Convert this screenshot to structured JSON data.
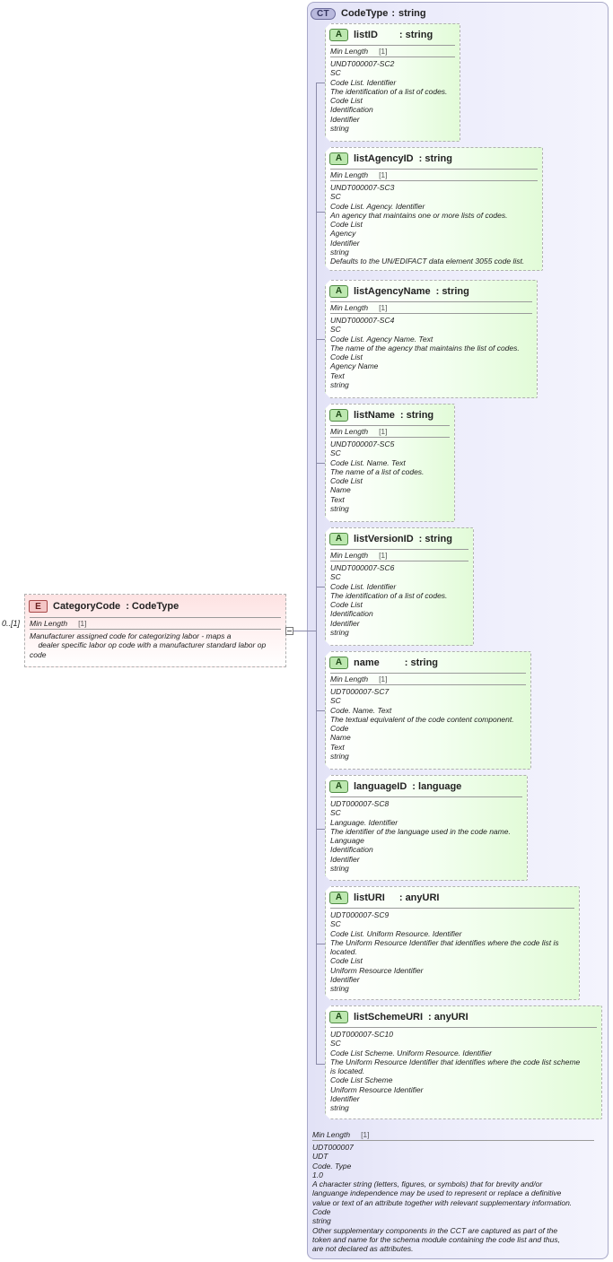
{
  "complex_type": {
    "badge": "CT",
    "name": "CodeType",
    "separator": ":",
    "base": "string",
    "facet": {
      "label": "Min Length",
      "value": "[1]"
    },
    "doc_lines": [
      "UDT000007",
      "UDT",
      "Code. Type",
      "1.0",
      "A character string (letters, figures, or symbols) that for brevity and/or",
      "languange independence may be used to represent or replace a definitive",
      "value or text of an attribute together with relevant supplementary information.",
      "Code",
      "string",
      "Other supplementary components in the CCT are captured as part of the",
      "token and name for the schema module containing the code list and thus,",
      "are not declared as attributes."
    ]
  },
  "attributes": [
    {
      "badge": "A",
      "name": "listID",
      "type": ": string",
      "facet": {
        "label": "Min Length",
        "value": "[1]"
      },
      "doc_lines": [
        "UNDT000007-SC2",
        "SC",
        "Code List. Identifier",
        "The identification of a list of codes.",
        "Code List",
        "Identification",
        "Identifier",
        "string"
      ]
    },
    {
      "badge": "A",
      "name": "listAgencyID",
      "type": ": string",
      "facet": {
        "label": "Min Length",
        "value": "[1]"
      },
      "doc_lines": [
        "UNDT000007-SC3",
        "SC",
        "Code List. Agency. Identifier",
        "An agency that maintains one or more lists of codes.",
        "Code List",
        "Agency",
        "Identifier",
        "string",
        "Defaults to the UN/EDIFACT data element 3055 code list."
      ]
    },
    {
      "badge": "A",
      "name": "listAgencyName",
      "type": ": string",
      "facet": {
        "label": "Min Length",
        "value": "[1]"
      },
      "doc_lines": [
        "UNDT000007-SC4",
        "SC",
        "Code List. Agency Name. Text",
        "The name of the agency that maintains the list of codes.",
        "Code List",
        "Agency Name",
        "Text",
        "string"
      ]
    },
    {
      "badge": "A",
      "name": "listName",
      "type": ": string",
      "facet": {
        "label": "Min Length",
        "value": "[1]"
      },
      "doc_lines": [
        "UNDT000007-SC5",
        "SC",
        "Code List. Name. Text",
        "The name of a list of codes.",
        "Code List",
        "Name",
        "Text",
        "string"
      ]
    },
    {
      "badge": "A",
      "name": "listVersionID",
      "type": ": string",
      "facet": {
        "label": "Min Length",
        "value": "[1]"
      },
      "doc_lines": [
        "UNDT000007-SC6",
        "SC",
        "Code List. Identifier",
        "The identification of a list of codes.",
        "Code List",
        "Identification",
        "Identifier",
        "string"
      ]
    },
    {
      "badge": "A",
      "name": "name",
      "type": ": string",
      "facet": {
        "label": "Min Length",
        "value": "[1]"
      },
      "doc_lines": [
        "UDT000007-SC7",
        "SC",
        "Code. Name. Text",
        "The textual equivalent of the code content component.",
        "Code",
        "Name",
        "Text",
        "string"
      ]
    },
    {
      "badge": "A",
      "name": "languageID",
      "type": ": language",
      "doc_lines": [
        "UDT000007-SC8",
        "SC",
        "Language. Identifier",
        "The identifier of the language used in the code name.",
        "Language",
        "Identification",
        "Identifier",
        "string"
      ]
    },
    {
      "badge": "A",
      "name": "listURI",
      "type": ": anyURI",
      "doc_lines": [
        "UDT000007-SC9",
        "SC",
        "Code List. Uniform Resource. Identifier",
        "The Uniform Resource Identifier that identifies where the code list is",
        "located.",
        "Code List",
        "Uniform Resource Identifier",
        "Identifier",
        "string"
      ]
    },
    {
      "badge": "A",
      "name": "listSchemeURI",
      "type": ": anyURI",
      "doc_lines": [
        "UDT000007-SC10",
        "SC",
        "Code List Scheme. Uniform Resource. Identifier",
        "The Uniform Resource Identifier that identifies where the code list scheme",
        "is located.",
        "Code List Scheme",
        "Uniform Resource Identifier",
        "Identifier",
        "string"
      ]
    }
  ],
  "element": {
    "badge": "E",
    "name": "CategoryCode",
    "type": ": CodeType",
    "cardinality": "0..[1]",
    "facet": {
      "label": "Min Length",
      "value": "[1]"
    },
    "doc_lines": [
      "Manufacturer assigned code for categorizing labor - maps a",
      "    dealer specific labor op code with a manufacturer standard labor op",
      "code"
    ]
  }
}
